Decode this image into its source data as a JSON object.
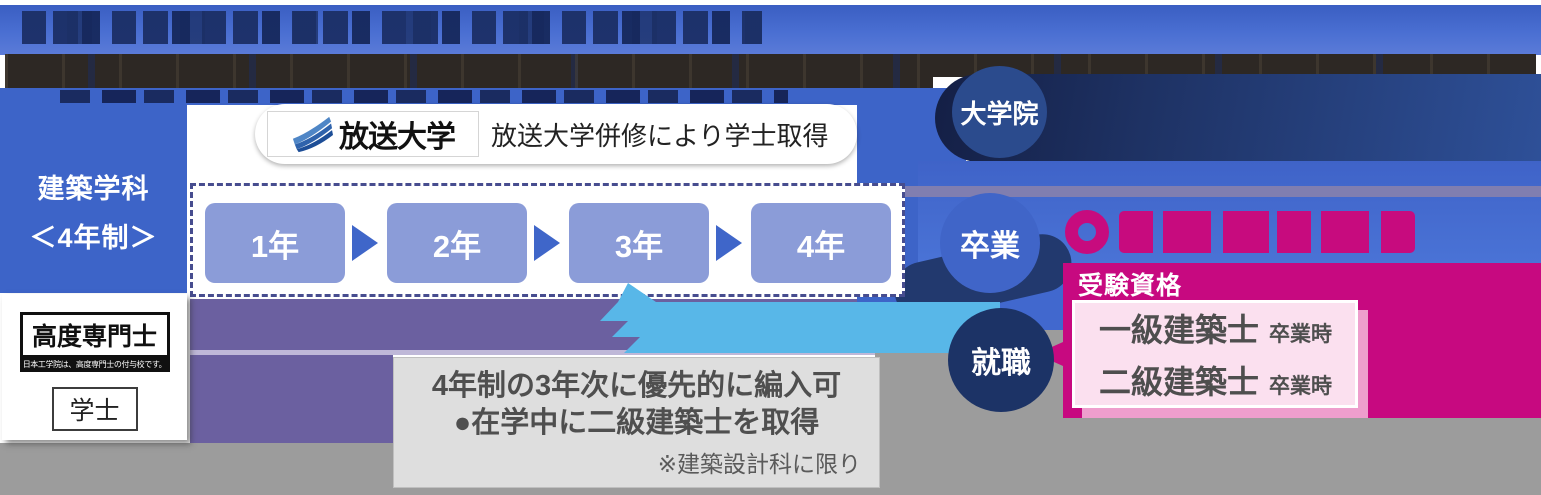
{
  "left_panel": {
    "department": "建築学科",
    "duration": "＜4年制＞"
  },
  "credentials": {
    "advanced_diploma": "高度専門士",
    "advanced_diploma_note": "日本工学院は、高度専門士の付与校です。",
    "bachelor": "学士"
  },
  "hoso": {
    "logo_text": "放送大学",
    "description": "放送大学併修により学士取得"
  },
  "timeline": {
    "years": [
      "1年",
      "2年",
      "3年",
      "4年"
    ]
  },
  "outcomes": {
    "graduate_school": "大学院",
    "graduation": "卒業",
    "employment": "就職"
  },
  "qualification": {
    "header": "受験資格",
    "items": [
      {
        "name": "一級建築士",
        "timing": "卒業時"
      },
      {
        "name": "二級建築士",
        "timing": "卒業時"
      }
    ]
  },
  "transfer_note": {
    "line1": "4年制の3年次に優先的に編入可",
    "line2": "●在学中に二級建築士を取得",
    "line3": "※建築設計科に限り"
  },
  "colors": {
    "blue": "#3d64c8",
    "periwinkle": "#8b9cd8",
    "navy": "#1c3366",
    "magenta": "#c70980",
    "pink": "#fbe0ef",
    "light_blue": "#58b7e8",
    "purple": "#6b60a0",
    "gray": "#9c9c9c"
  }
}
